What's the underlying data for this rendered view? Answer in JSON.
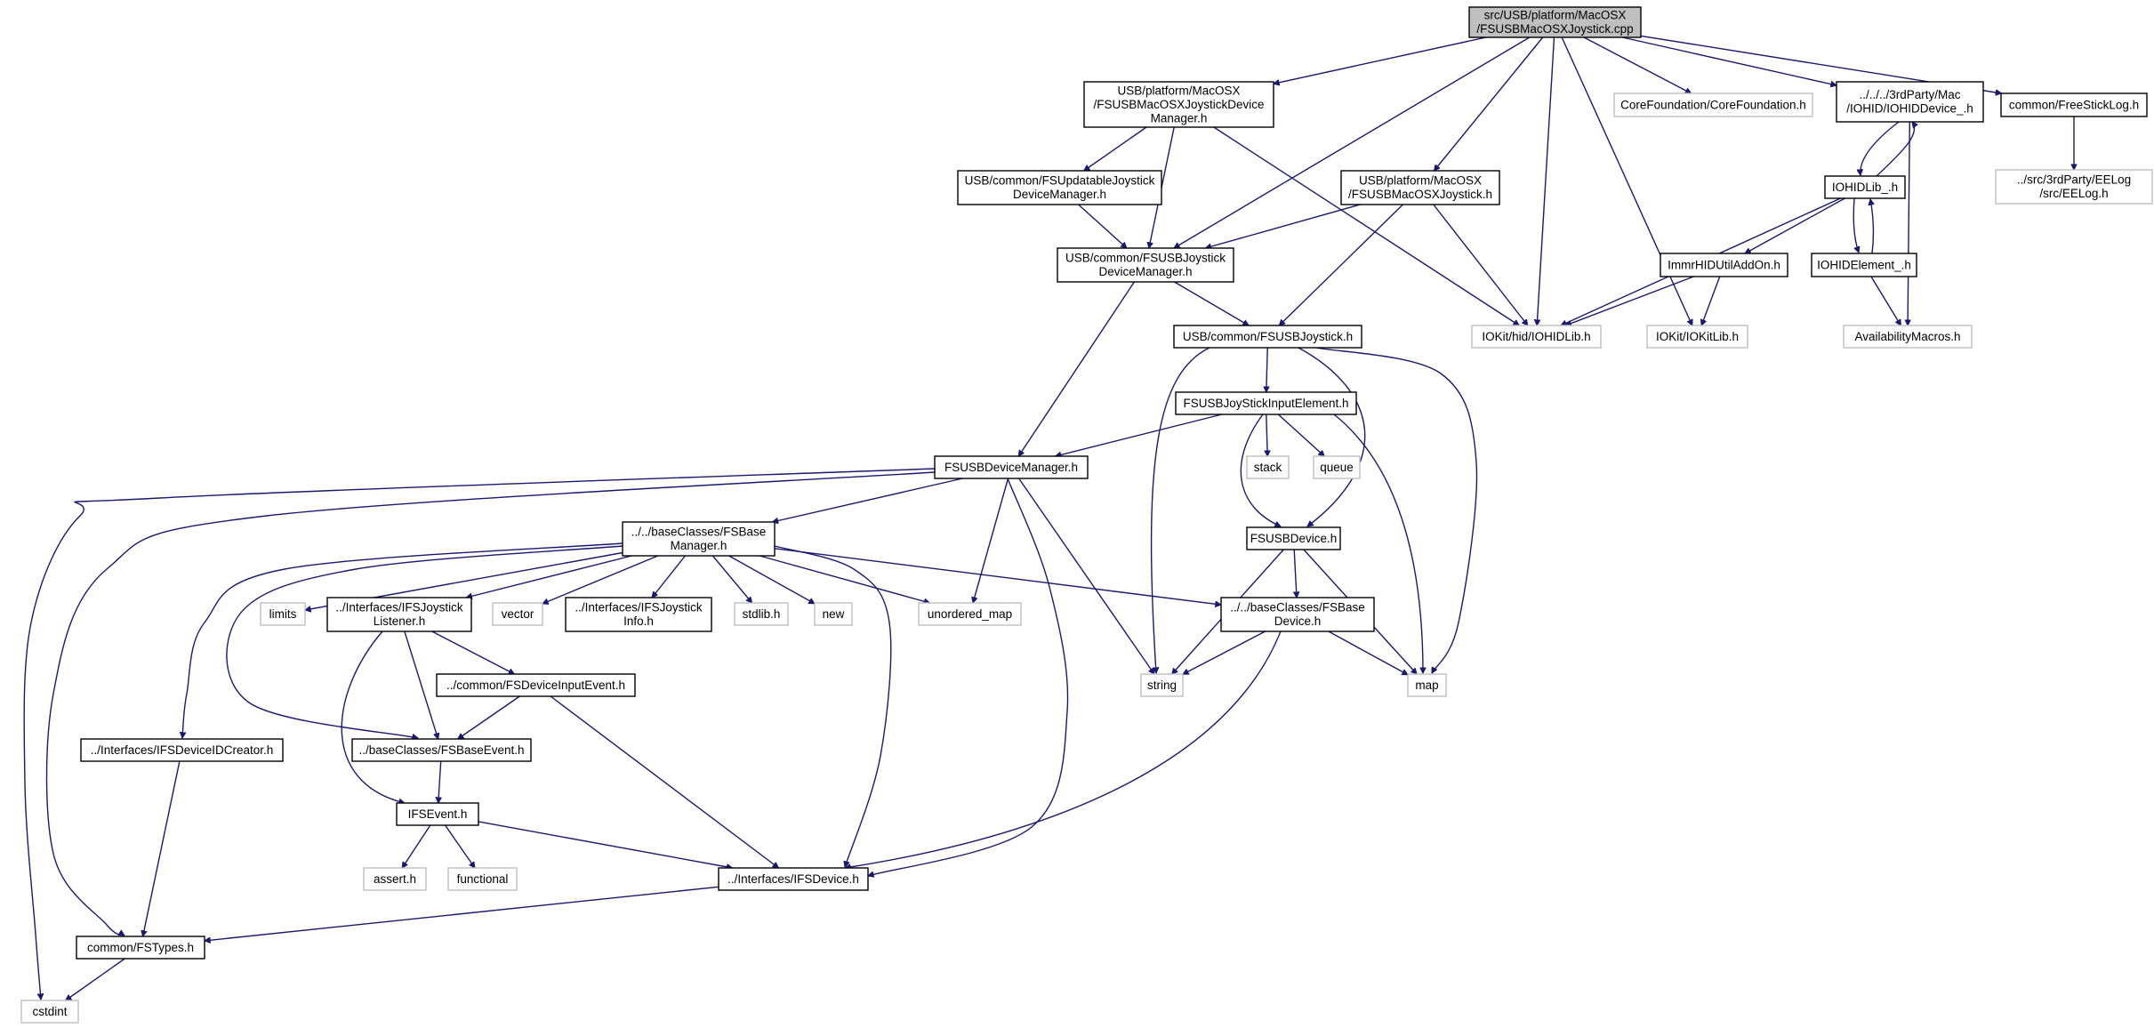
{
  "diagram": {
    "type": "include-dependency-graph",
    "colors": {
      "edge": "#191970",
      "root_fill": "#bfbfbf",
      "local_border": "#000000",
      "external_border": "#bfbfbf"
    },
    "nodes": [
      {
        "id": "root",
        "lines": [
          "src/USB/platform/MacOSX",
          "/FSUSBMacOSXJoystick.cpp"
        ],
        "kind": "root"
      },
      {
        "id": "osxjdm",
        "lines": [
          "USB/platform/MacOSX",
          "/FSUSBMacOSXJoystickDevice",
          "Manager.h"
        ],
        "kind": "local"
      },
      {
        "id": "corefound",
        "lines": [
          "CoreFoundation/CoreFoundation.h"
        ],
        "kind": "external"
      },
      {
        "id": "iohiddevice",
        "lines": [
          "../../../3rdParty/Mac",
          "/IOHID/IOHIDDevice_.h"
        ],
        "kind": "local"
      },
      {
        "id": "freesticklog",
        "lines": [
          "common/FreeStickLog.h"
        ],
        "kind": "local"
      },
      {
        "id": "eelog",
        "lines": [
          "../src/3rdParty/EELog",
          "/src/EELog.h"
        ],
        "kind": "external"
      },
      {
        "id": "updjdm",
        "lines": [
          "USB/common/FSUpdatableJoystick",
          "DeviceManager.h"
        ],
        "kind": "local"
      },
      {
        "id": "osxjoy",
        "lines": [
          "USB/platform/MacOSX",
          "/FSUSBMacOSXJoystick.h"
        ],
        "kind": "local"
      },
      {
        "id": "iohidlib_",
        "lines": [
          "IOHIDLib_.h"
        ],
        "kind": "local"
      },
      {
        "id": "usbjdm",
        "lines": [
          "USB/common/FSUSBJoystick",
          "DeviceManager.h"
        ],
        "kind": "local"
      },
      {
        "id": "immr",
        "lines": [
          "ImmrHIDUtilAddOn.h"
        ],
        "kind": "local"
      },
      {
        "id": "iohidelem",
        "lines": [
          "IOHIDElement_.h"
        ],
        "kind": "local"
      },
      {
        "id": "usbjoy",
        "lines": [
          "USB/common/FSUSBJoystick.h"
        ],
        "kind": "local"
      },
      {
        "id": "iohidlib",
        "lines": [
          "IOKit/hid/IOHIDLib.h"
        ],
        "kind": "external"
      },
      {
        "id": "iokitlib",
        "lines": [
          "IOKit/IOKitLib.h"
        ],
        "kind": "external"
      },
      {
        "id": "avail",
        "lines": [
          "AvailabilityMacros.h"
        ],
        "kind": "external"
      },
      {
        "id": "inputelem",
        "lines": [
          "FSUSBJoyStickInputElement.h"
        ],
        "kind": "local"
      },
      {
        "id": "stack",
        "lines": [
          "stack"
        ],
        "kind": "external"
      },
      {
        "id": "queue",
        "lines": [
          "queue"
        ],
        "kind": "external"
      },
      {
        "id": "devmgr",
        "lines": [
          "FSUSBDeviceManager.h"
        ],
        "kind": "local"
      },
      {
        "id": "basemgr",
        "lines": [
          "../../baseClasses/FSBase",
          "Manager.h"
        ],
        "kind": "local"
      },
      {
        "id": "usbdevice",
        "lines": [
          "FSUSBDevice.h"
        ],
        "kind": "local"
      },
      {
        "id": "limits",
        "lines": [
          "limits"
        ],
        "kind": "external"
      },
      {
        "id": "jlistener",
        "lines": [
          "../Interfaces/IFSJoystick",
          "Listener.h"
        ],
        "kind": "local"
      },
      {
        "id": "vector",
        "lines": [
          "vector"
        ],
        "kind": "external"
      },
      {
        "id": "jinfo",
        "lines": [
          "../Interfaces/IFSJoystick",
          "Info.h"
        ],
        "kind": "local"
      },
      {
        "id": "stdlib",
        "lines": [
          "stdlib.h"
        ],
        "kind": "external"
      },
      {
        "id": "new",
        "lines": [
          "new"
        ],
        "kind": "external"
      },
      {
        "id": "umap",
        "lines": [
          "unordered_map"
        ],
        "kind": "external"
      },
      {
        "id": "basedevice",
        "lines": [
          "../../baseClasses/FSBase",
          "Device.h"
        ],
        "kind": "local"
      },
      {
        "id": "devinputevent",
        "lines": [
          "../common/FSDeviceInputEvent.h"
        ],
        "kind": "local"
      },
      {
        "id": "string",
        "lines": [
          "string"
        ],
        "kind": "external"
      },
      {
        "id": "map",
        "lines": [
          "map"
        ],
        "kind": "external"
      },
      {
        "id": "devidcreator",
        "lines": [
          "../Interfaces/IFSDeviceIDCreator.h"
        ],
        "kind": "local"
      },
      {
        "id": "baseevent",
        "lines": [
          "../baseClasses/FSBaseEvent.h"
        ],
        "kind": "local"
      },
      {
        "id": "ifsevent",
        "lines": [
          "IFSEvent.h"
        ],
        "kind": "local"
      },
      {
        "id": "assert",
        "lines": [
          "assert.h"
        ],
        "kind": "external"
      },
      {
        "id": "functional",
        "lines": [
          "functional"
        ],
        "kind": "external"
      },
      {
        "id": "ifsdevice",
        "lines": [
          "../Interfaces/IFSDevice.h"
        ],
        "kind": "local"
      },
      {
        "id": "fstypes",
        "lines": [
          "common/FSTypes.h"
        ],
        "kind": "local"
      },
      {
        "id": "cstdint",
        "lines": [
          "cstdint"
        ],
        "kind": "external"
      }
    ],
    "edges": [
      [
        "root",
        "osxjdm"
      ],
      [
        "root",
        "usbjdm"
      ],
      [
        "root",
        "osxjoy"
      ],
      [
        "root",
        "iohidlib"
      ],
      [
        "root",
        "iokitlib"
      ],
      [
        "root",
        "corefound"
      ],
      [
        "root",
        "iohiddevice"
      ],
      [
        "root",
        "freesticklog"
      ],
      [
        "osxjdm",
        "updjdm"
      ],
      [
        "osxjdm",
        "usbjdm"
      ],
      [
        "osxjdm",
        "iohidlib"
      ],
      [
        "freesticklog",
        "eelog"
      ],
      [
        "iohiddevice",
        "iohidlib_"
      ],
      [
        "iohiddevice",
        "avail"
      ],
      [
        "iohidlib_",
        "iohiddevice"
      ],
      [
        "iohidlib_",
        "iohidlib"
      ],
      [
        "iohidlib_",
        "immr"
      ],
      [
        "iohidlib_",
        "iohidelem"
      ],
      [
        "iohidelem",
        "iohidlib_"
      ],
      [
        "iohidelem",
        "avail"
      ],
      [
        "immr",
        "iohidlib"
      ],
      [
        "immr",
        "iokitlib"
      ],
      [
        "updjdm",
        "usbjdm"
      ],
      [
        "osxjoy",
        "usbjdm"
      ],
      [
        "osxjoy",
        "usbjoy"
      ],
      [
        "osxjoy",
        "iohidlib"
      ],
      [
        "usbjdm",
        "usbjoy"
      ],
      [
        "usbjdm",
        "devmgr"
      ],
      [
        "usbjoy",
        "inputelem"
      ],
      [
        "usbjoy",
        "usbdevice"
      ],
      [
        "usbjoy",
        "string"
      ],
      [
        "usbjoy",
        "map"
      ],
      [
        "inputelem",
        "devmgr"
      ],
      [
        "inputelem",
        "stack"
      ],
      [
        "inputelem",
        "queue"
      ],
      [
        "inputelem",
        "usbdevice"
      ],
      [
        "inputelem",
        "map"
      ],
      [
        "devmgr",
        "basemgr"
      ],
      [
        "devmgr",
        "umap"
      ],
      [
        "devmgr",
        "string"
      ],
      [
        "devmgr",
        "ifsdevice"
      ],
      [
        "devmgr",
        "fstypes"
      ],
      [
        "devmgr",
        "cstdint"
      ],
      [
        "basemgr",
        "limits"
      ],
      [
        "basemgr",
        "jlistener"
      ],
      [
        "basemgr",
        "vector"
      ],
      [
        "basemgr",
        "jinfo"
      ],
      [
        "basemgr",
        "stdlib"
      ],
      [
        "basemgr",
        "new"
      ],
      [
        "basemgr",
        "umap"
      ],
      [
        "basemgr",
        "basedevice"
      ],
      [
        "basemgr",
        "devidcreator"
      ],
      [
        "basemgr",
        "baseevent"
      ],
      [
        "basemgr",
        "ifsdevice"
      ],
      [
        "usbdevice",
        "basedevice"
      ],
      [
        "usbdevice",
        "string"
      ],
      [
        "usbdevice",
        "map"
      ],
      [
        "basedevice",
        "string"
      ],
      [
        "basedevice",
        "map"
      ],
      [
        "basedevice",
        "ifsdevice"
      ],
      [
        "jlistener",
        "devinputevent"
      ],
      [
        "jlistener",
        "baseevent"
      ],
      [
        "jlistener",
        "ifsevent"
      ],
      [
        "devinputevent",
        "baseevent"
      ],
      [
        "devinputevent",
        "ifsdevice"
      ],
      [
        "baseevent",
        "ifsevent"
      ],
      [
        "ifsevent",
        "assert"
      ],
      [
        "ifsevent",
        "functional"
      ],
      [
        "ifsevent",
        "ifsdevice"
      ],
      [
        "ifsdevice",
        "fstypes"
      ],
      [
        "devidcreator",
        "fstypes"
      ],
      [
        "fstypes",
        "cstdint"
      ]
    ]
  }
}
